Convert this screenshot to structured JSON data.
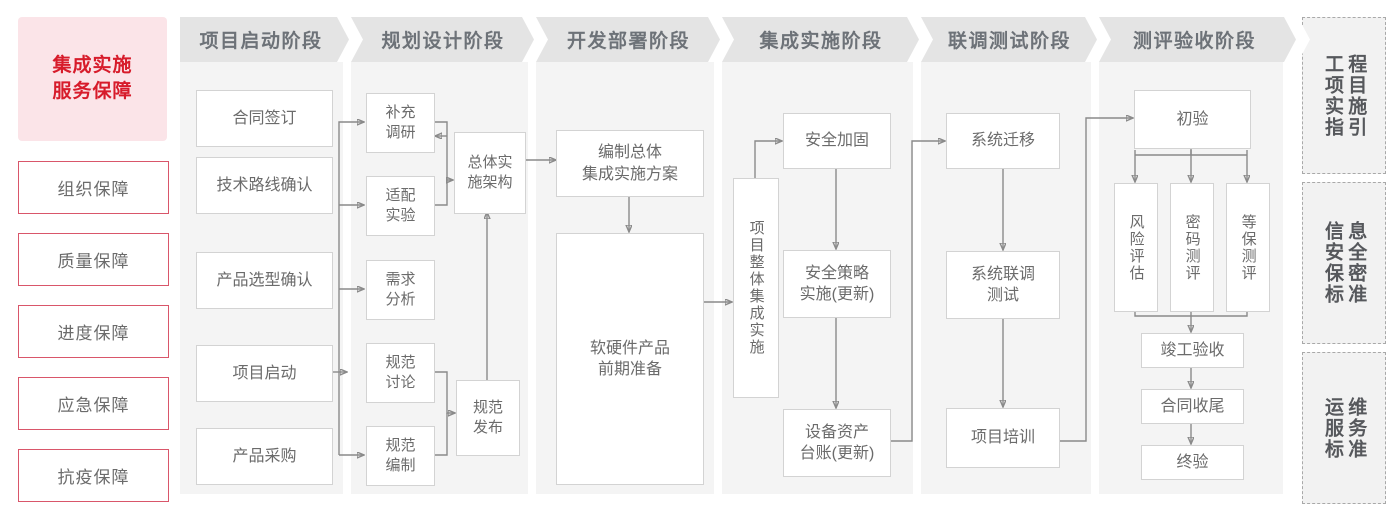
{
  "colors": {
    "accent_red": "#d71c2b",
    "hero_bg": "#fbe4e8",
    "item_border": "#d9566a",
    "panel_bg": "#f4f4f4",
    "header_bg": "#e4e4e4",
    "header_text": "#6d7278",
    "node_border": "#d3d3d3",
    "node_text": "#6b6b6b",
    "wire": "#8a8a8a"
  },
  "left_rail": {
    "hero": "集成实施\n服务保障",
    "hero_line1": "集成实施",
    "hero_line2": "服务保障",
    "items": [
      {
        "label": "组织保障"
      },
      {
        "label": "质量保障"
      },
      {
        "label": "进度保障"
      },
      {
        "label": "应急保障"
      },
      {
        "label": "抗疫保障"
      }
    ]
  },
  "phases": [
    {
      "id": "p1",
      "title": "项目启动阶段",
      "nodes": [
        {
          "id": "n-hetong",
          "label": "合同签订"
        },
        {
          "id": "n-jishu",
          "label": "技术路线确认"
        },
        {
          "id": "n-chanpin",
          "label": "产品选型确认"
        },
        {
          "id": "n-qidong",
          "label": "项目启动"
        },
        {
          "id": "n-caigou",
          "label": "产品采购"
        }
      ]
    },
    {
      "id": "p2",
      "title": "规划设计阶段",
      "nodes": [
        {
          "id": "n-buchong",
          "label": "补充\n调研",
          "l1": "补充",
          "l2": "调研"
        },
        {
          "id": "n-shipei",
          "label": "适配\n实验",
          "l1": "适配",
          "l2": "实验"
        },
        {
          "id": "n-xuqiu",
          "label": "需求\n分析",
          "l1": "需求",
          "l2": "分析"
        },
        {
          "id": "n-taolun",
          "label": "规范\n讨论",
          "l1": "规范",
          "l2": "讨论"
        },
        {
          "id": "n-bianzhi",
          "label": "规范\n编制",
          "l1": "规范",
          "l2": "编制"
        },
        {
          "id": "n-zongti",
          "label": "总体实\n施架构",
          "l1": "总体实",
          "l2": "施架构"
        },
        {
          "id": "n-fabu",
          "label": "规范\n发布",
          "l1": "规范",
          "l2": "发布"
        }
      ]
    },
    {
      "id": "p3",
      "title": "开发部署阶段",
      "nodes": [
        {
          "id": "n-bianzhi2",
          "label": "编制总体\n集成实施方案",
          "l1": "编制总体",
          "l2": "集成实施方案"
        },
        {
          "id": "n-ruanying",
          "label": "软硬件产品\n前期准备",
          "l1": "软硬件产品",
          "l2": "前期准备"
        }
      ]
    },
    {
      "id": "p4",
      "title": "集成实施阶段",
      "nodes": [
        {
          "id": "n-zhengti",
          "label": "项目整体集成实施"
        },
        {
          "id": "n-jiagu",
          "label": "安全加固"
        },
        {
          "id": "n-celue",
          "label": "安全策略\n实施(更新)",
          "l1": "安全策略",
          "l2": "实施(更新)"
        },
        {
          "id": "n-taizhang",
          "label": "设备资产\n台账(更新)",
          "l1": "设备资产",
          "l2": "台账(更新)"
        }
      ]
    },
    {
      "id": "p5",
      "title": "联调测试阶段",
      "nodes": [
        {
          "id": "n-qianyi",
          "label": "系统迁移"
        },
        {
          "id": "n-liantiao",
          "label": "系统联调\n测试",
          "l1": "系统联调",
          "l2": "测试"
        },
        {
          "id": "n-peixun",
          "label": "项目培训"
        }
      ]
    },
    {
      "id": "p6",
      "title": "测评验收阶段",
      "nodes": [
        {
          "id": "n-chuyan",
          "label": "初验"
        },
        {
          "id": "n-fengxian",
          "label": "风险评估"
        },
        {
          "id": "n-mima",
          "label": "密码测评"
        },
        {
          "id": "n-dengbao",
          "label": "等保测评"
        },
        {
          "id": "n-jungong",
          "label": "竣工验收"
        },
        {
          "id": "n-shouwei",
          "label": "合同收尾"
        },
        {
          "id": "n-zhongyan",
          "label": "终验"
        }
      ]
    }
  ],
  "right_rail": {
    "items": [
      {
        "id": "s1",
        "label": "工程项目实施指引",
        "col_right": "程目施引",
        "col_left": "工项实指"
      },
      {
        "id": "s2",
        "label": "信息安全保密标准",
        "col_right": "息全密准",
        "col_left": "信安保标"
      },
      {
        "id": "s3",
        "label": "运维服务标准",
        "col_right": "维务准",
        "col_left": "运服标"
      }
    ]
  }
}
